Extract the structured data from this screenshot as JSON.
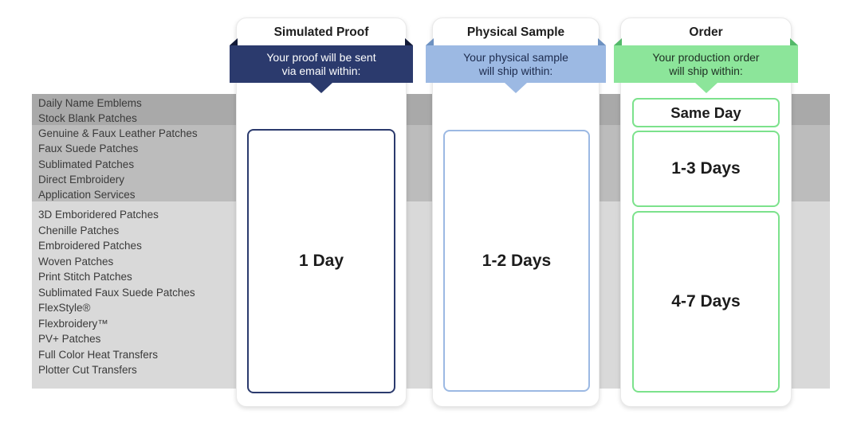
{
  "theme": {
    "band1": "#a9a9a9",
    "band2": "#bcbcbc",
    "band3": "#d9d9d9",
    "label_text": "#3a3a3a",
    "box_text": "#1c1c1c",
    "c1_banner": "#2b3a6d",
    "c1_fold": "#121a38",
    "c1_text": "#ffffff",
    "c1_border": "#2b3a6d",
    "c2_banner": "#9cb9e3",
    "c2_fold": "#6d91c1",
    "c2_text": "#1d2b4d",
    "c2_border": "#9cb9e3",
    "c3_banner": "#8ce59a",
    "c3_fold": "#53b969",
    "c3_text": "#1e2f23",
    "c3_border": "#7ce28c"
  },
  "products": {
    "tier1": [
      "Daily Name Emblems",
      "Stock Blank Patches"
    ],
    "tier2": [
      "Genuine & Faux Leather Patches",
      "Faux Suede Patches",
      "Sublimated Patches",
      "Direct Embroidery",
      "Application Services"
    ],
    "tier3": [
      "3D Emboridered Patches",
      "Chenille Patches",
      "Embroidered Patches",
      "Woven Patches",
      "Print Stitch Patches",
      "Sublimated Faux Suede Patches",
      "FlexStyle®",
      "Flexbroidery™",
      "PV+ Patches",
      "Full Color Heat Transfers",
      "Plotter Cut Transfers"
    ]
  },
  "columns": {
    "simulated_proof": {
      "title": "Simulated Proof",
      "callout_line1": "Your proof will be sent",
      "callout_line2": "via email within:",
      "time": "1 Day"
    },
    "physical_sample": {
      "title": "Physical Sample",
      "callout_line1": "Your physical sample",
      "callout_line2": "will ship within:",
      "time": "1-2 Days"
    },
    "order": {
      "title": "Order",
      "callout_line1": "Your production order",
      "callout_line2": "will ship within:",
      "time_tier1": "Same Day",
      "time_tier2": "1-3 Days",
      "time_tier3": "4-7 Days"
    }
  }
}
